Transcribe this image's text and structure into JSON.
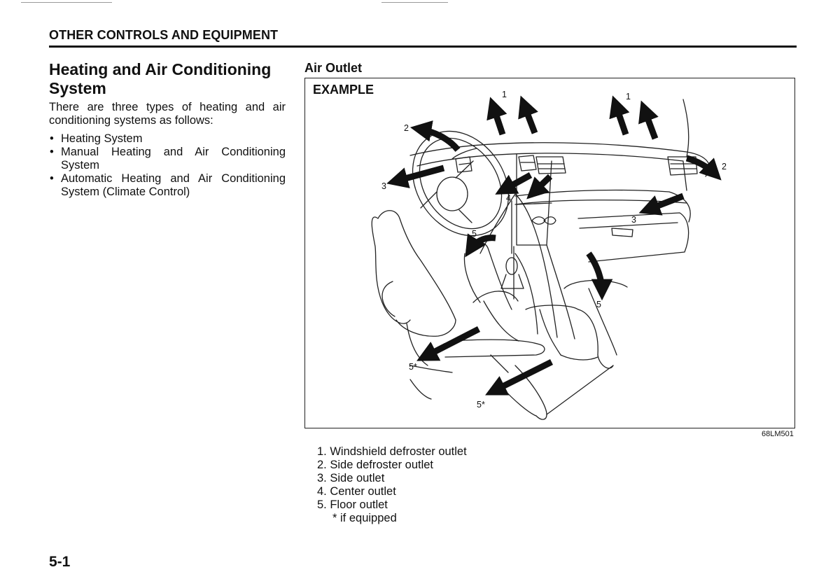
{
  "header": {
    "section_title": "OTHER CONTROLS AND EQUIPMENT"
  },
  "left": {
    "title_line1": "Heating and Air Conditioning",
    "title_line2": "System",
    "intro": "There are three types of heating and air conditioning systems as follows:",
    "bullets": [
      "Heating System",
      "Manual Heating and Air Conditioning System",
      "Automatic Heating and Air Conditioning System (Climate Control)"
    ]
  },
  "figure": {
    "subtitle": "Air Outlet",
    "label": "EXAMPLE",
    "code": "68LM501",
    "callouts": {
      "c1a": "1",
      "c1b": "1",
      "c2a": "2",
      "c2b": "2",
      "c3a": "3",
      "c3b": "3",
      "c4": "4",
      "c5a": "5",
      "c5b": "5",
      "c5s1": "5*",
      "c5s2": "5*"
    }
  },
  "legend": {
    "items": [
      "1. Windshield defroster outlet",
      "2. Side defroster outlet",
      "3. Side outlet",
      "4. Center outlet",
      "5. Floor outlet"
    ],
    "note": "* if equipped"
  },
  "page": {
    "number": "5-1"
  }
}
